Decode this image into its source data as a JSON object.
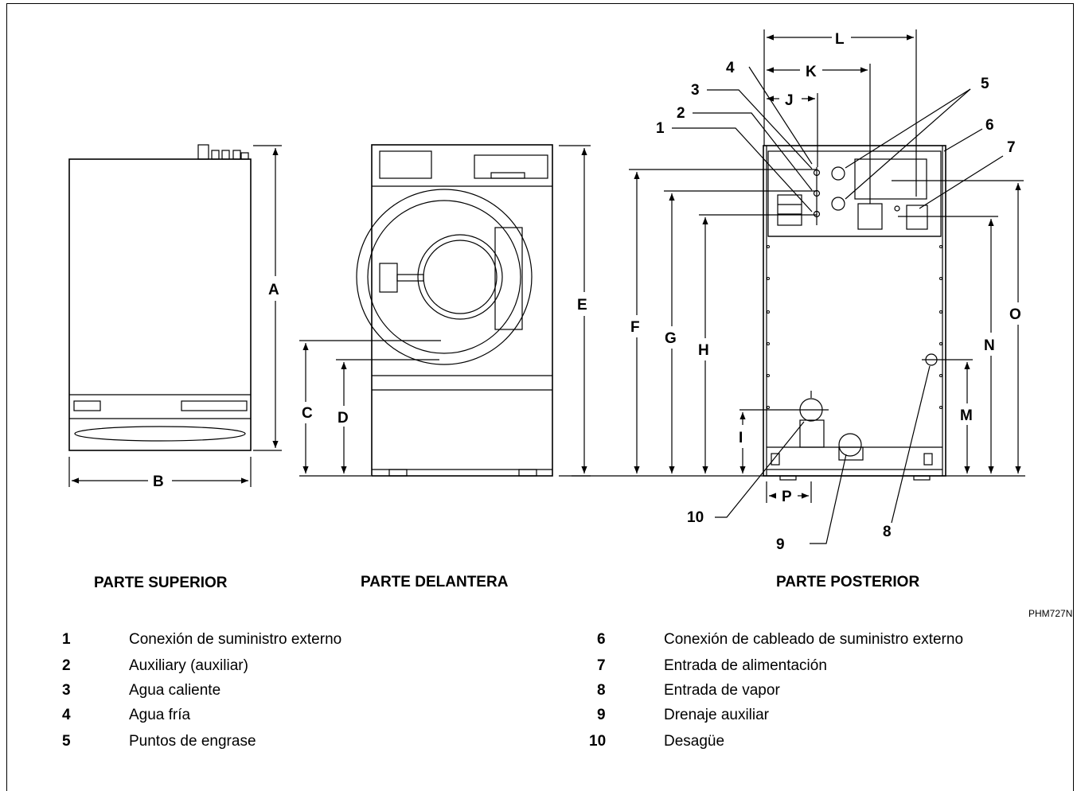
{
  "views": {
    "top": "PARTE SUPERIOR",
    "front": "PARTE DELANTERA",
    "rear": "PARTE POSTERIOR"
  },
  "figure_code": "PHM727N",
  "dimensions": {
    "A": "A",
    "B": "B",
    "C": "C",
    "D": "D",
    "E": "E",
    "F": "F",
    "G": "G",
    "H": "H",
    "I": "I",
    "J": "J",
    "K": "K",
    "L": "L",
    "M": "M",
    "N": "N",
    "O": "O",
    "P": "P"
  },
  "callouts": {
    "c1": "1",
    "c2": "2",
    "c3": "3",
    "c4": "4",
    "c5": "5",
    "c6": "6",
    "c7": "7",
    "c8": "8",
    "c9": "9",
    "c10": "10"
  },
  "legend": [
    {
      "num": "1",
      "text": "Conexión de suministro externo"
    },
    {
      "num": "2",
      "text": "Auxiliary (auxiliar)"
    },
    {
      "num": "3",
      "text": "Agua caliente"
    },
    {
      "num": "4",
      "text": "Agua fría"
    },
    {
      "num": "5",
      "text": "Puntos de engrase"
    },
    {
      "num": "6",
      "text": "Conexión de cableado de suministro externo"
    },
    {
      "num": "7",
      "text": "Entrada de alimentación"
    },
    {
      "num": "8",
      "text": "Entrada de vapor"
    },
    {
      "num": "9",
      "text": "Drenaje auxiliar"
    },
    {
      "num": "10",
      "text": "Desagüe"
    }
  ]
}
